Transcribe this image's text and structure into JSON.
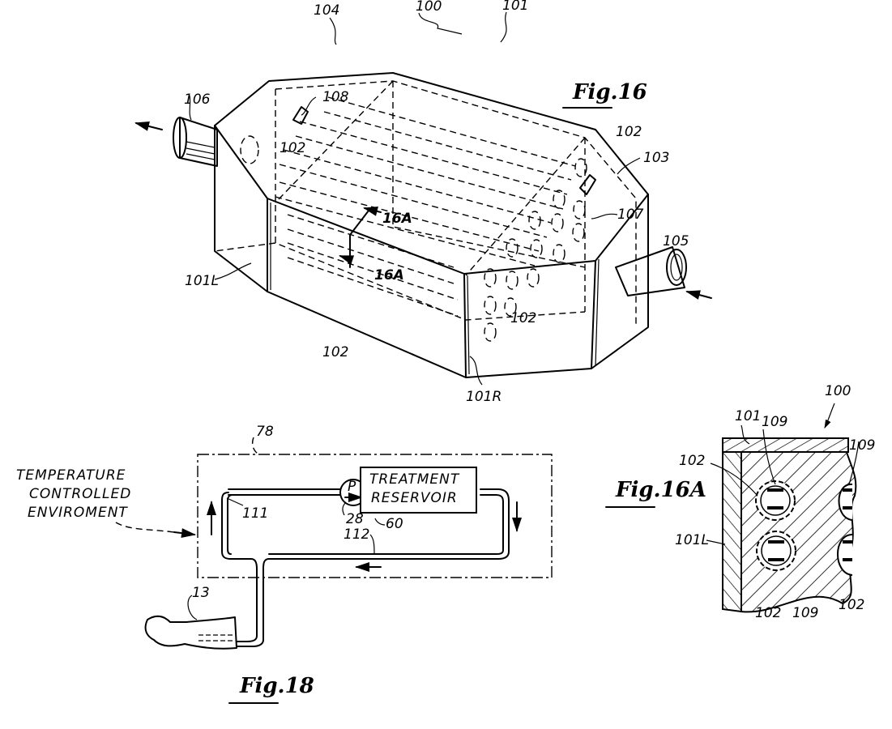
{
  "figures": {
    "fig16": {
      "title": "Fig.16",
      "labels": {
        "device": "100",
        "housing": "101",
        "tube_top": "102",
        "tube_left": "102",
        "tube_front": "102",
        "tube_right": "102",
        "end_wall_right": "103",
        "end_wall_left": "104",
        "inlet": "105",
        "outlet": "106",
        "port_right": "107",
        "port_left": "108",
        "left_edge": "101L",
        "right_edge": "101R",
        "section_top": "16A",
        "section_bottom": "16A"
      }
    },
    "fig16a": {
      "title": "Fig.16A",
      "labels": {
        "device": "100",
        "housing": "101",
        "spacer_top_left": "109",
        "spacer_top_right": "109",
        "spacer_bottom": "109",
        "tube_upper_left": "102",
        "tube_lower_left": "102",
        "tube_lower_right": "102",
        "left_wall": "101L"
      }
    },
    "fig18": {
      "title": "Fig.18",
      "environment_label": [
        "TEMPERATURE",
        "CONTROLLED",
        "ENVIROMENT"
      ],
      "reservoir_label": [
        "TREATMENT",
        "RESERVOIR"
      ],
      "pump_symbol": "P",
      "labels": {
        "enclosure": "78",
        "supply_line": "111",
        "return_line": "112",
        "pump": "28",
        "reservoir": "60",
        "limb": "13"
      }
    }
  }
}
